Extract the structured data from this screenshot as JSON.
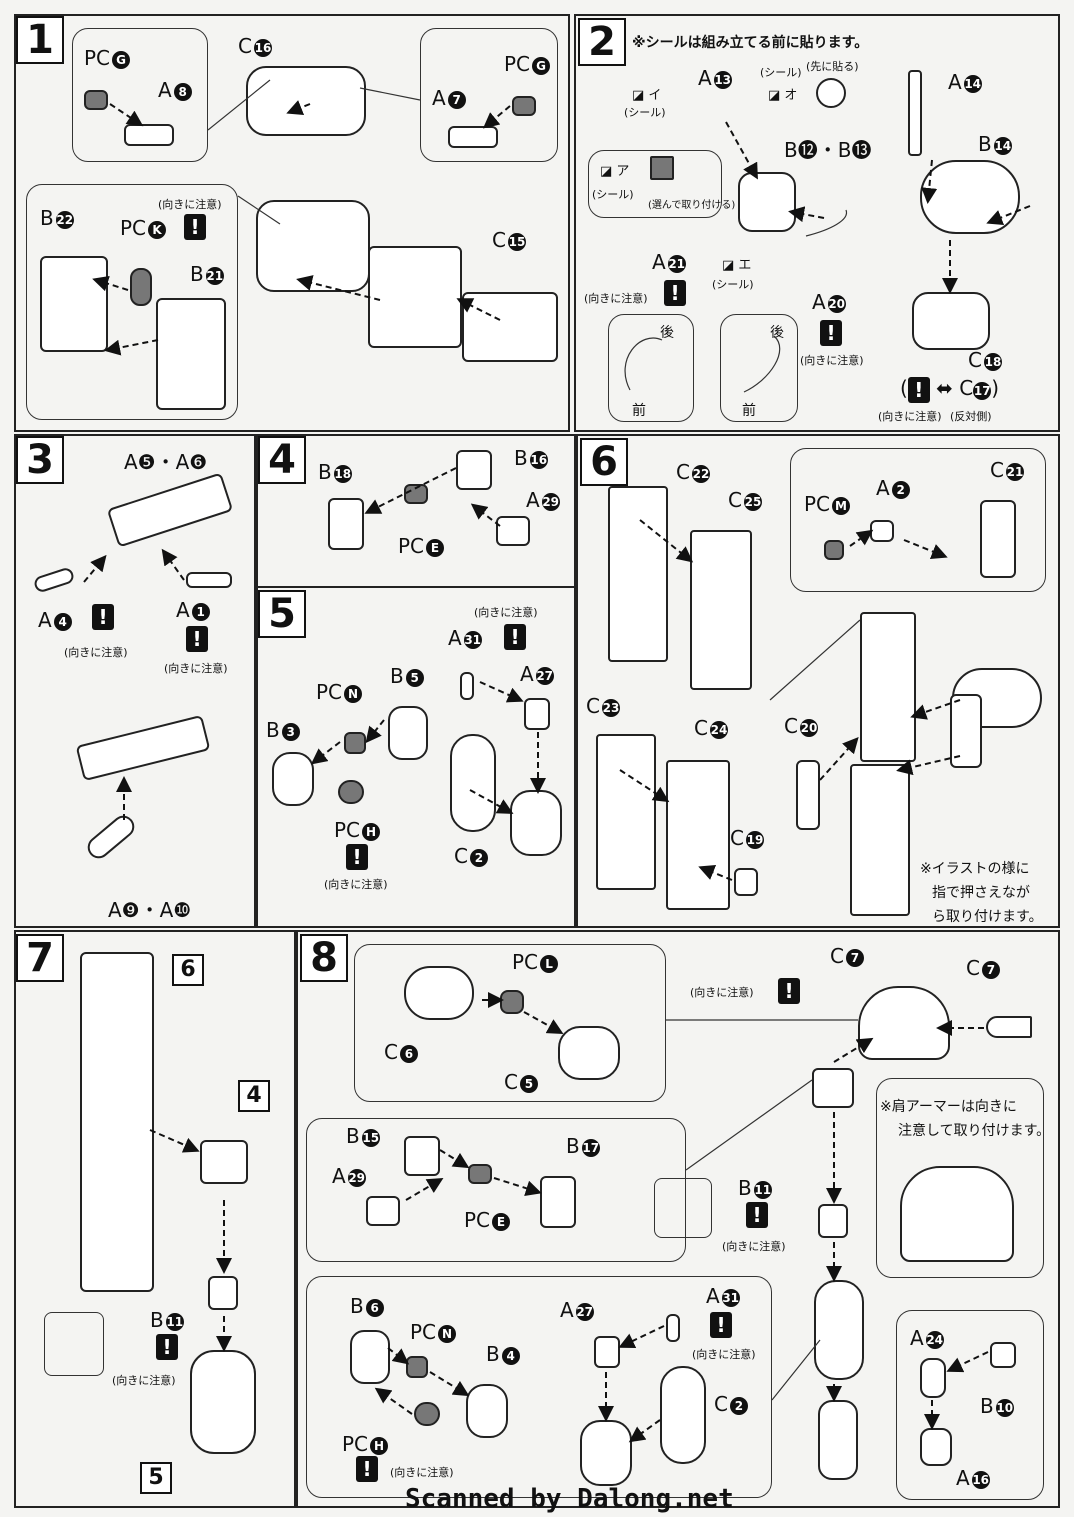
{
  "steps": {
    "s1": {
      "num": "1",
      "labels": {
        "pc_g1": "PC",
        "pc_g1_c": "G",
        "a8": "A",
        "a8_c": "8",
        "c16": "C",
        "c16_c": "16",
        "pc_g2": "PC",
        "pc_g2_c": "G",
        "a7": "A",
        "a7_c": "7",
        "b22": "B",
        "b22_c": "22",
        "pc_k": "PC",
        "pc_k_c": "K",
        "b21": "B",
        "b21_c": "21",
        "c15": "C",
        "c15_c": "15"
      },
      "note": "(向きに注意)"
    },
    "s2": {
      "num": "2",
      "header": "※シールは組み立てる前に貼ります。",
      "labels": {
        "a13": "A",
        "a13_c": "13",
        "b12_b13": "B⓬・B⓭",
        "a21": "A",
        "a21_c": "21",
        "a20": "A",
        "a20_c": "20",
        "a14": "A",
        "a14_c": "14",
        "b14": "B",
        "b14_c": "14",
        "c18": "C",
        "c18_c": "18",
        "c17": "C",
        "c17_c": "17"
      },
      "seal_i": "イ",
      "seal_o": "オ",
      "seal_a": "ア",
      "seal_e": "エ",
      "seal": "(シール)",
      "seal_first": "(先に貼る)",
      "choose": "(選んで取り付ける)",
      "note": "(向きに注意)",
      "opposite": "(反対側)",
      "back": "後",
      "front": "前"
    },
    "s3": {
      "num": "3",
      "labels": {
        "a5a6": "A❺・A❻",
        "a4": "A",
        "a4_c": "4",
        "a1": "A",
        "a1_c": "1",
        "a9a10": "A❾・A❿"
      },
      "note": "(向きに注意)"
    },
    "s4": {
      "num": "4",
      "labels": {
        "b18": "B",
        "b18_c": "18",
        "b16": "B",
        "b16_c": "16",
        "a29": "A",
        "a29_c": "29",
        "pc_e": "PC",
        "pc_e_c": "E"
      }
    },
    "s5": {
      "num": "5",
      "labels": {
        "pc_n": "PC",
        "pc_n_c": "N",
        "b5": "B",
        "b5_c": "5",
        "b3": "B",
        "b3_c": "3",
        "pc_h": "PC",
        "pc_h_c": "H",
        "a31": "A",
        "a31_c": "31",
        "a27": "A",
        "a27_c": "27",
        "c2": "C",
        "c2_c": "2"
      },
      "note": "(向きに注意)"
    },
    "s6": {
      "num": "6",
      "labels": {
        "c22": "C",
        "c22_c": "22",
        "c25": "C",
        "c25_c": "25",
        "pc_m": "PC",
        "pc_m_c": "M",
        "a2": "A",
        "a2_c": "2",
        "c21": "C",
        "c21_c": "21",
        "c23": "C",
        "c23_c": "23",
        "c24": "C",
        "c24_c": "24",
        "c19": "C",
        "c19_c": "19",
        "c20": "C",
        "c20_c": "20"
      },
      "finger_note_1": "※イラストの様に",
      "finger_note_2": "指で押さえなが",
      "finger_note_3": "ら取り付けます。"
    },
    "s7": {
      "num": "7",
      "labels": {
        "ref6": "6",
        "ref4": "4",
        "ref5": "5",
        "b11": "B",
        "b11_c": "11"
      },
      "note": "(向きに注意)"
    },
    "s8": {
      "num": "8",
      "labels": {
        "pc_l": "PC",
        "pc_l_c": "L",
        "c6": "C",
        "c6_c": "6",
        "c5": "C",
        "c5_c": "5",
        "c7a": "C",
        "c7a_c": "7",
        "c7b": "C",
        "c7b_c": "7",
        "b15": "B",
        "b15_c": "15",
        "b17": "B",
        "b17_c": "17",
        "a29": "A",
        "a29_c": "29",
        "pc_e": "PC",
        "pc_e_c": "E",
        "b11": "B",
        "b11_c": "11",
        "b6": "B",
        "b6_c": "6",
        "pc_n": "PC",
        "pc_n_c": "N",
        "b4": "B",
        "b4_c": "4",
        "pc_h": "PC",
        "pc_h_c": "H",
        "a27": "A",
        "a27_c": "27",
        "a31": "A",
        "a31_c": "31",
        "c2": "C",
        "c2_c": "2",
        "a24": "A",
        "a24_c": "24",
        "b10": "B",
        "b10_c": "10",
        "a16": "A",
        "a16_c": "16"
      },
      "note": "(向きに注意)",
      "shoulder_note_1": "※肩アーマーは向きに",
      "shoulder_note_2": "注意して取り付けます。"
    }
  },
  "footer": "Scanned by Dalong.net",
  "icons": [
    "warning-icon",
    "arrow-icon",
    "seal-icon",
    "flip-icon"
  ]
}
